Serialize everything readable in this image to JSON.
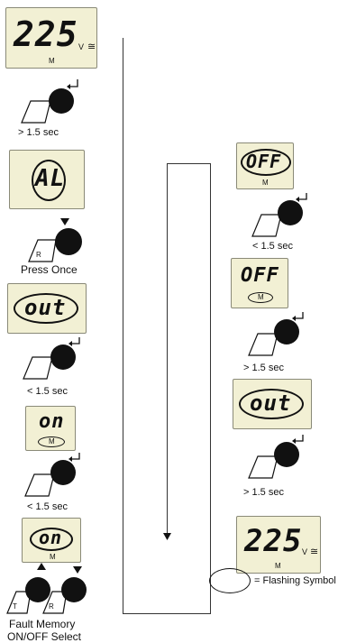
{
  "left_column": {
    "display1": {
      "reading": "225",
      "mode": "M",
      "unit": "V",
      "symbol": "≅"
    },
    "caption1": "> 1.5 sec",
    "display2": {
      "reading": "AL"
    },
    "button2": {
      "letter": "R"
    },
    "caption2": "Press Once",
    "display3": {
      "reading": "out"
    },
    "caption3": "< 1.5 sec",
    "display4": {
      "reading": "on",
      "mode": "M"
    },
    "caption4": "< 1.5 sec",
    "display5": {
      "reading": "on",
      "mode": "M"
    },
    "button5a": {
      "letter": "T"
    },
    "button5b": {
      "letter": "R"
    },
    "caption5_line1": "Fault Memory",
    "caption5_line2": "ON/OFF Select"
  },
  "right_column": {
    "display1": {
      "reading": "OFF",
      "mode": "M"
    },
    "caption1": "< 1.5 sec",
    "display2": {
      "reading": "OFF",
      "mode": "M"
    },
    "caption2": "> 1.5 sec",
    "display3": {
      "reading": "out"
    },
    "caption3": "> 1.5 sec",
    "display4": {
      "reading": "225",
      "mode": "M",
      "unit": "V",
      "symbol": "≅"
    }
  },
  "legend": {
    "label": "= Flashing Symbol"
  }
}
